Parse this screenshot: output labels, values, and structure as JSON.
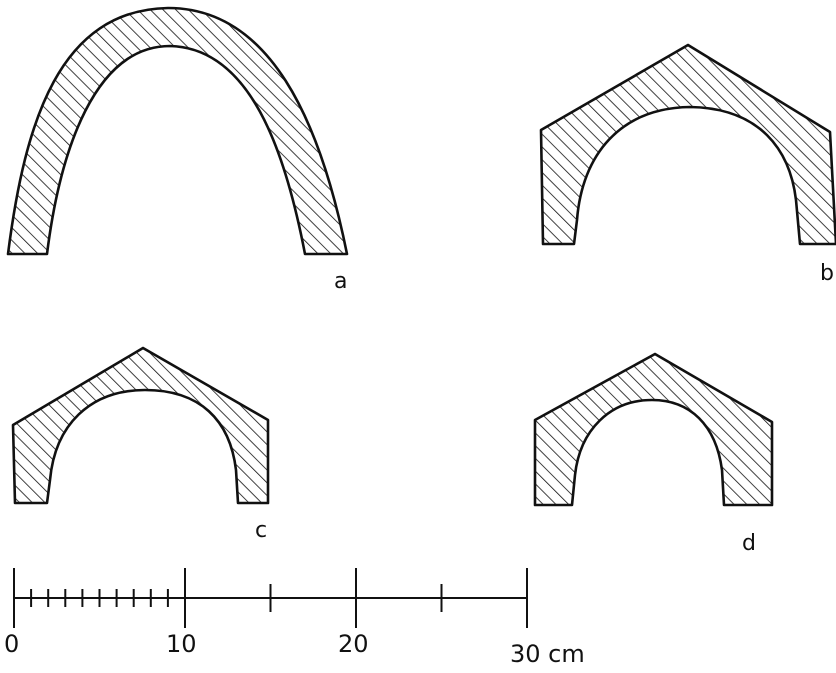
{
  "profiles": [
    {
      "id": "a",
      "label": "a"
    },
    {
      "id": "b",
      "label": "b"
    },
    {
      "id": "c",
      "label": "c"
    },
    {
      "id": "d",
      "label": "d"
    }
  ],
  "scale_bar": {
    "tick_labels": [
      "0",
      "10",
      "20",
      "30 cm"
    ],
    "major_ticks": [
      0,
      10,
      20,
      30
    ],
    "mid_ticks": [
      15,
      25
    ],
    "minor_ticks": [
      1,
      2,
      3,
      4,
      5,
      6,
      7,
      8,
      9
    ]
  }
}
